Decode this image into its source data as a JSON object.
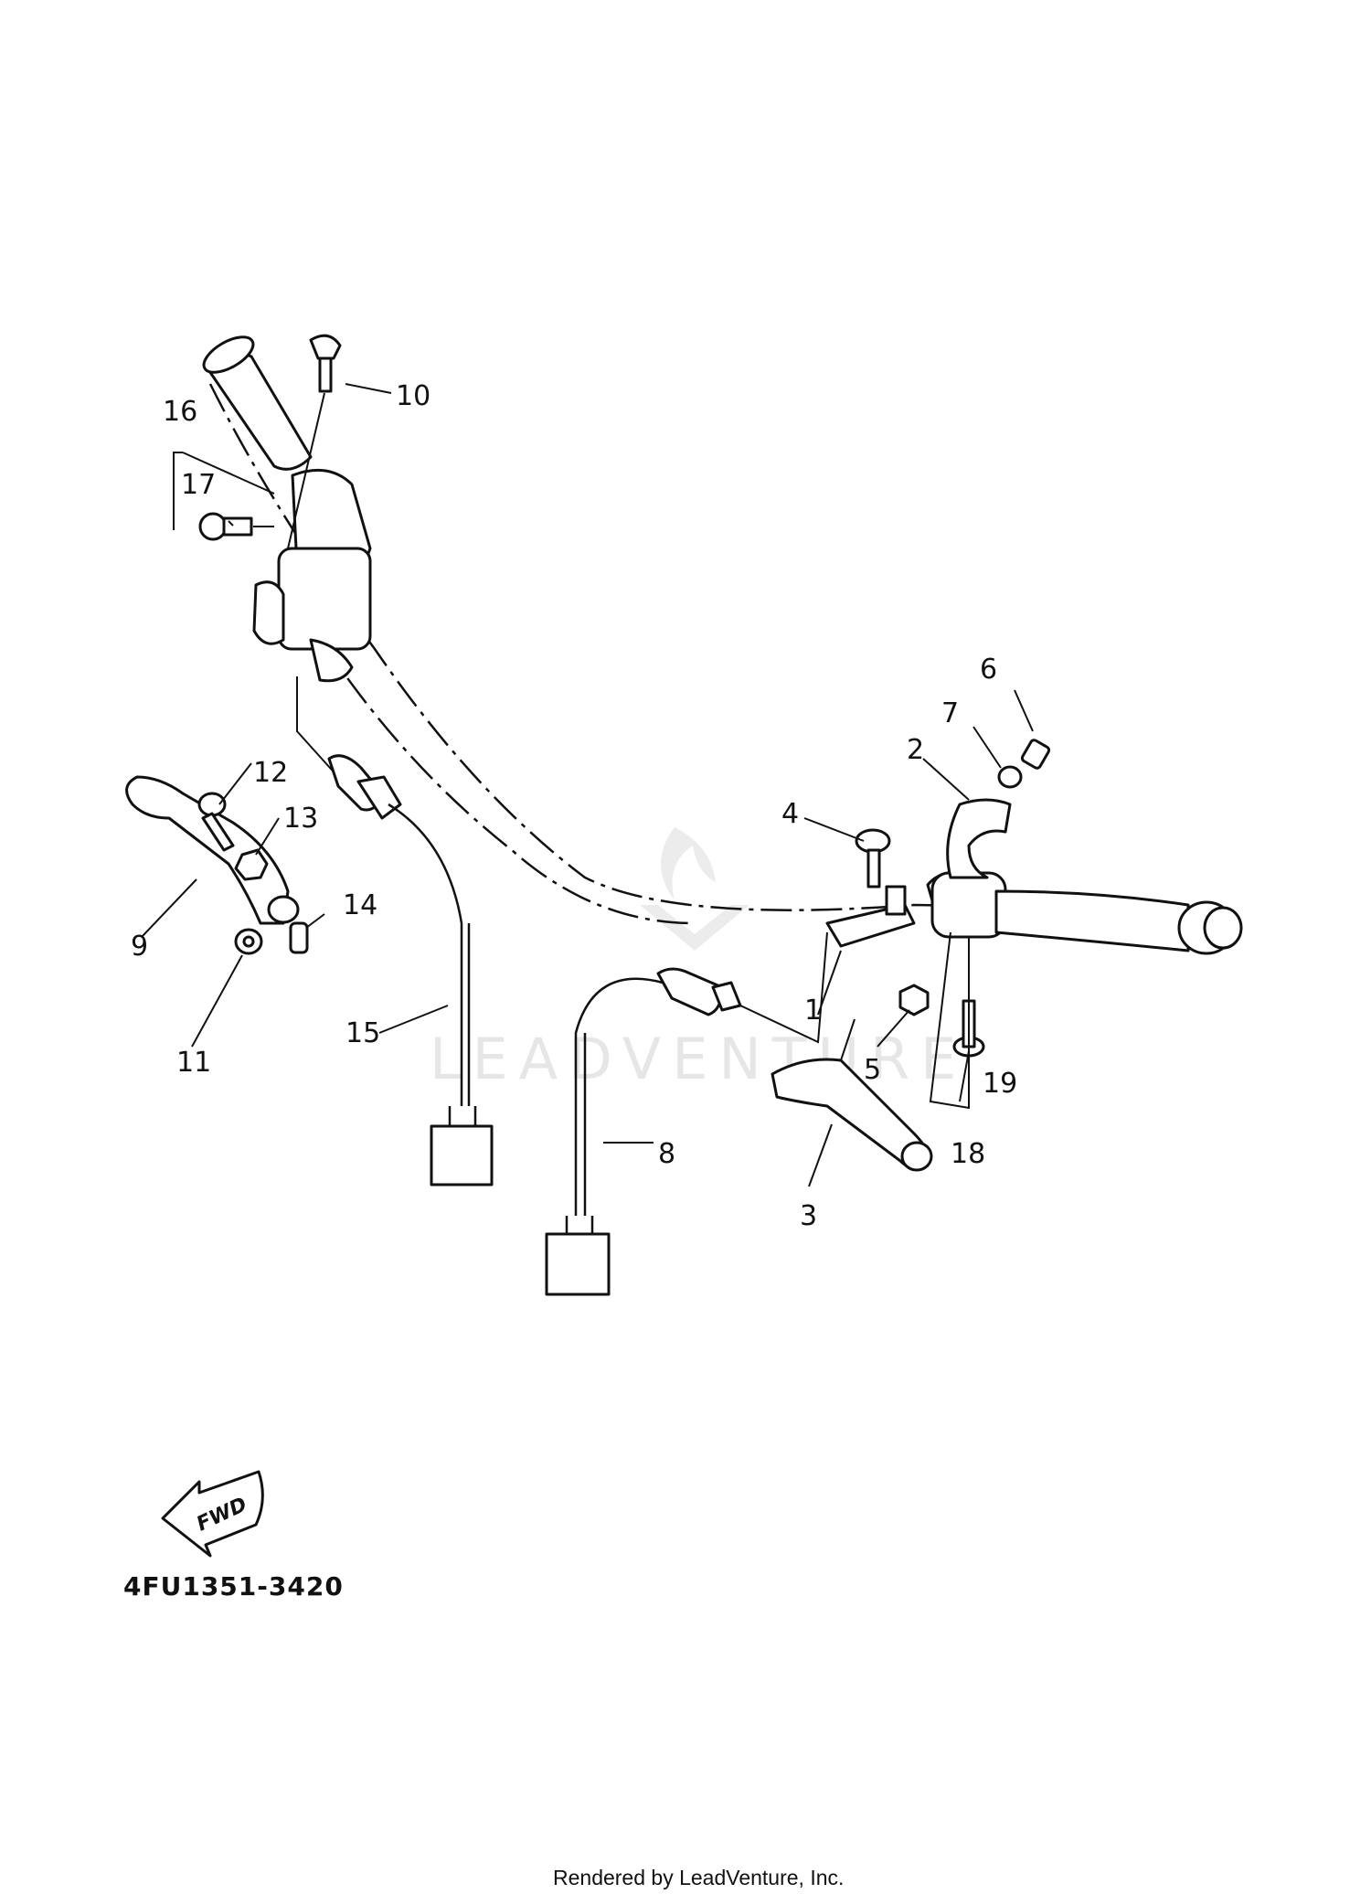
{
  "diagram": {
    "callouts": [
      "1",
      "2",
      "3",
      "4",
      "5",
      "6",
      "7",
      "8",
      "9",
      "10",
      "11",
      "12",
      "13",
      "14",
      "15",
      "16",
      "17",
      "18",
      "19"
    ],
    "fwd_label": "FWD",
    "diagram_code": "4FU1351-3420",
    "watermark": "LEADVENTURE",
    "footer": "Rendered by LeadVenture, Inc."
  }
}
